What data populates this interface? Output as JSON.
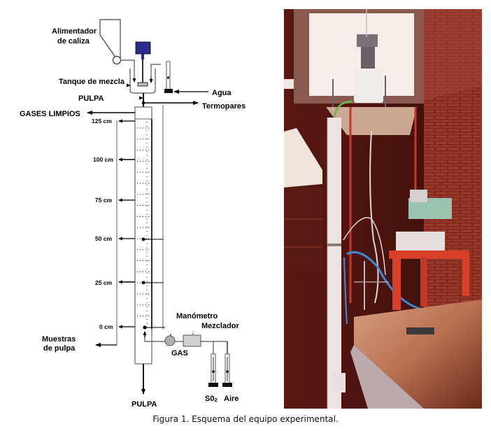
{
  "diagram": {
    "labels": {
      "feeder": [
        "Alimentador",
        "de caliza"
      ],
      "mix_tank": "Tanque de mezcla",
      "pulp_in": "PULPA",
      "water": "Agua",
      "thermocouples": "Termopares",
      "clean_gases": "GASES LIMPIOS",
      "samples": [
        "Muestras",
        "de pulpa"
      ],
      "manometer": "Manómetro",
      "mixer": "Mezclador",
      "gas": "GAS",
      "so2_main": "S0",
      "so2_sub": "2",
      "air": "Aire",
      "pulp_out": "PULPA"
    },
    "heights": [
      "125 cm",
      "100 cm",
      "75 cm",
      "50 cm",
      "25 cm",
      "0 cm"
    ],
    "colors": {
      "motor": "#2a2a8c",
      "line": "#000000",
      "gray_line": "#8a8a8a",
      "manometer_fill": "#b0b0b0",
      "mixer_fill": "#d0d0d0"
    }
  },
  "photo": {
    "colors": {
      "wall": "#6b1a14",
      "brick": "#8a2a20",
      "window": "#f4ece6",
      "column": "#ece4e0",
      "frame": "#c8362a",
      "bench": "#a8643c",
      "tube_blue": "#3d8ad4",
      "panel": "#9ac4b0"
    }
  },
  "caption": "Figura 1.  Esquema del equipo experimental."
}
